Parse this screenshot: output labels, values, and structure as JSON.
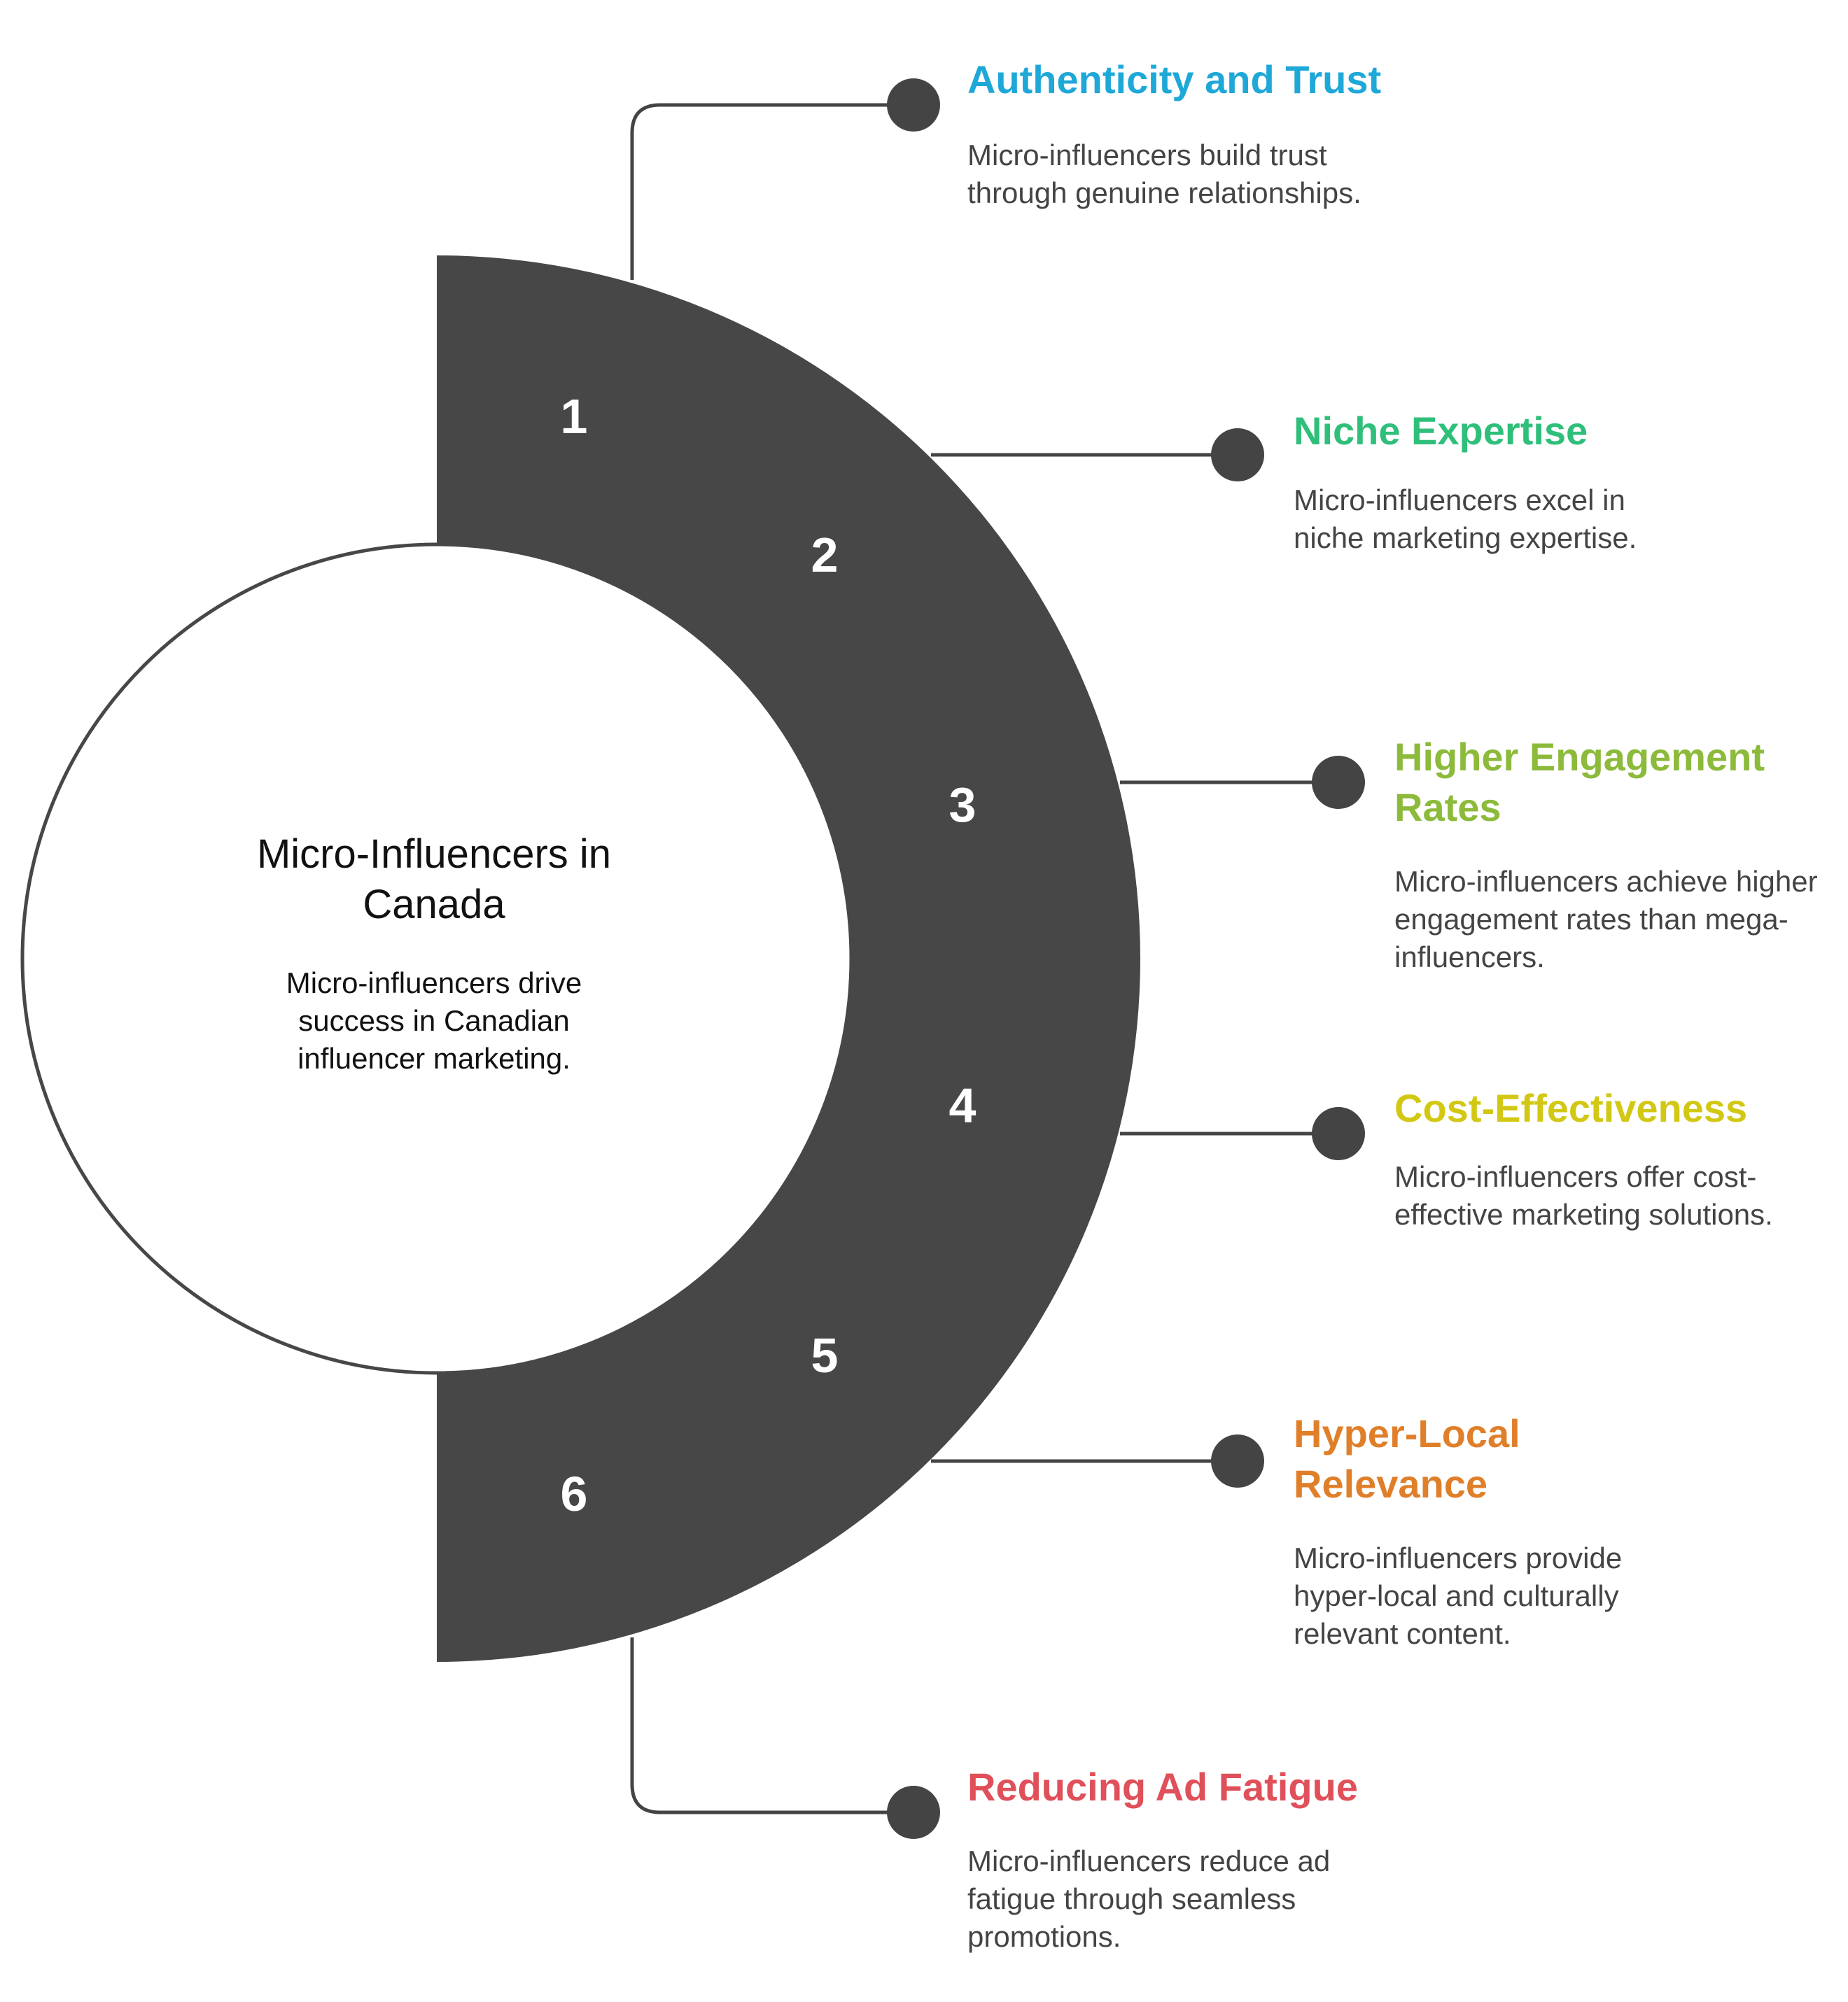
{
  "center": {
    "title": "Micro-Influencers in Canada",
    "description": "Micro-influencers drive success in Canadian influencer marketing."
  },
  "colors": {
    "ring": "#474747",
    "line": "#444444",
    "circle_stroke": "#474747"
  },
  "items": [
    {
      "number": "1",
      "title": "Authenticity and Trust",
      "description": "Micro-influencers build trust through genuine relationships.",
      "color": "#1ea8d8"
    },
    {
      "number": "2",
      "title": "Niche Expertise",
      "description": "Micro-influencers excel in niche marketing expertise.",
      "color": "#2fbf7a"
    },
    {
      "number": "3",
      "title": "Higher Engagement Rates",
      "description": "Micro-influencers achieve higher engagement rates than mega-influencers.",
      "color": "#8cba3a"
    },
    {
      "number": "4",
      "title": "Cost-Effectiveness",
      "description": "Micro-influencers offer cost-effective marketing solutions.",
      "color": "#d2c814"
    },
    {
      "number": "5",
      "title": "Hyper-Local Relevance",
      "description": "Micro-influencers provide hyper-local and culturally relevant content.",
      "color": "#e07f2a"
    },
    {
      "number": "6",
      "title": "Reducing Ad Fatigue",
      "description": "Micro-influencers reduce ad fatigue through seamless promotions.",
      "color": "#e0505a"
    }
  ]
}
